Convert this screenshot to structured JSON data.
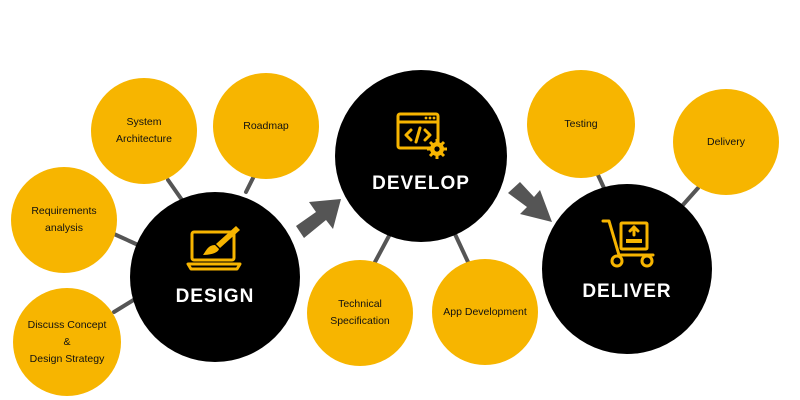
{
  "colors": {
    "accent": "#f7b500",
    "dark": "#000000",
    "connector": "#555555"
  },
  "stages": {
    "design": {
      "title": "DESIGN",
      "icon": "laptop-paintbrush-icon"
    },
    "develop": {
      "title": "DEVELOP",
      "icon": "code-window-gear-icon"
    },
    "deliver": {
      "title": "DELIVER",
      "icon": "hand-truck-box-icon"
    }
  },
  "design_items": {
    "system_architecture": [
      "System",
      "Architecture"
    ],
    "roadmap": [
      "Roadmap"
    ],
    "requirements_analysis": [
      "Requirements",
      "analysis"
    ],
    "discuss_concept": [
      "Discuss Concept",
      "&",
      "Design Strategy"
    ]
  },
  "develop_items": {
    "technical_specification": [
      "Technical",
      "Specification"
    ],
    "app_development": [
      "App Development"
    ]
  },
  "deliver_items": {
    "testing": [
      "Testing"
    ],
    "delivery": [
      "Delivery"
    ]
  }
}
